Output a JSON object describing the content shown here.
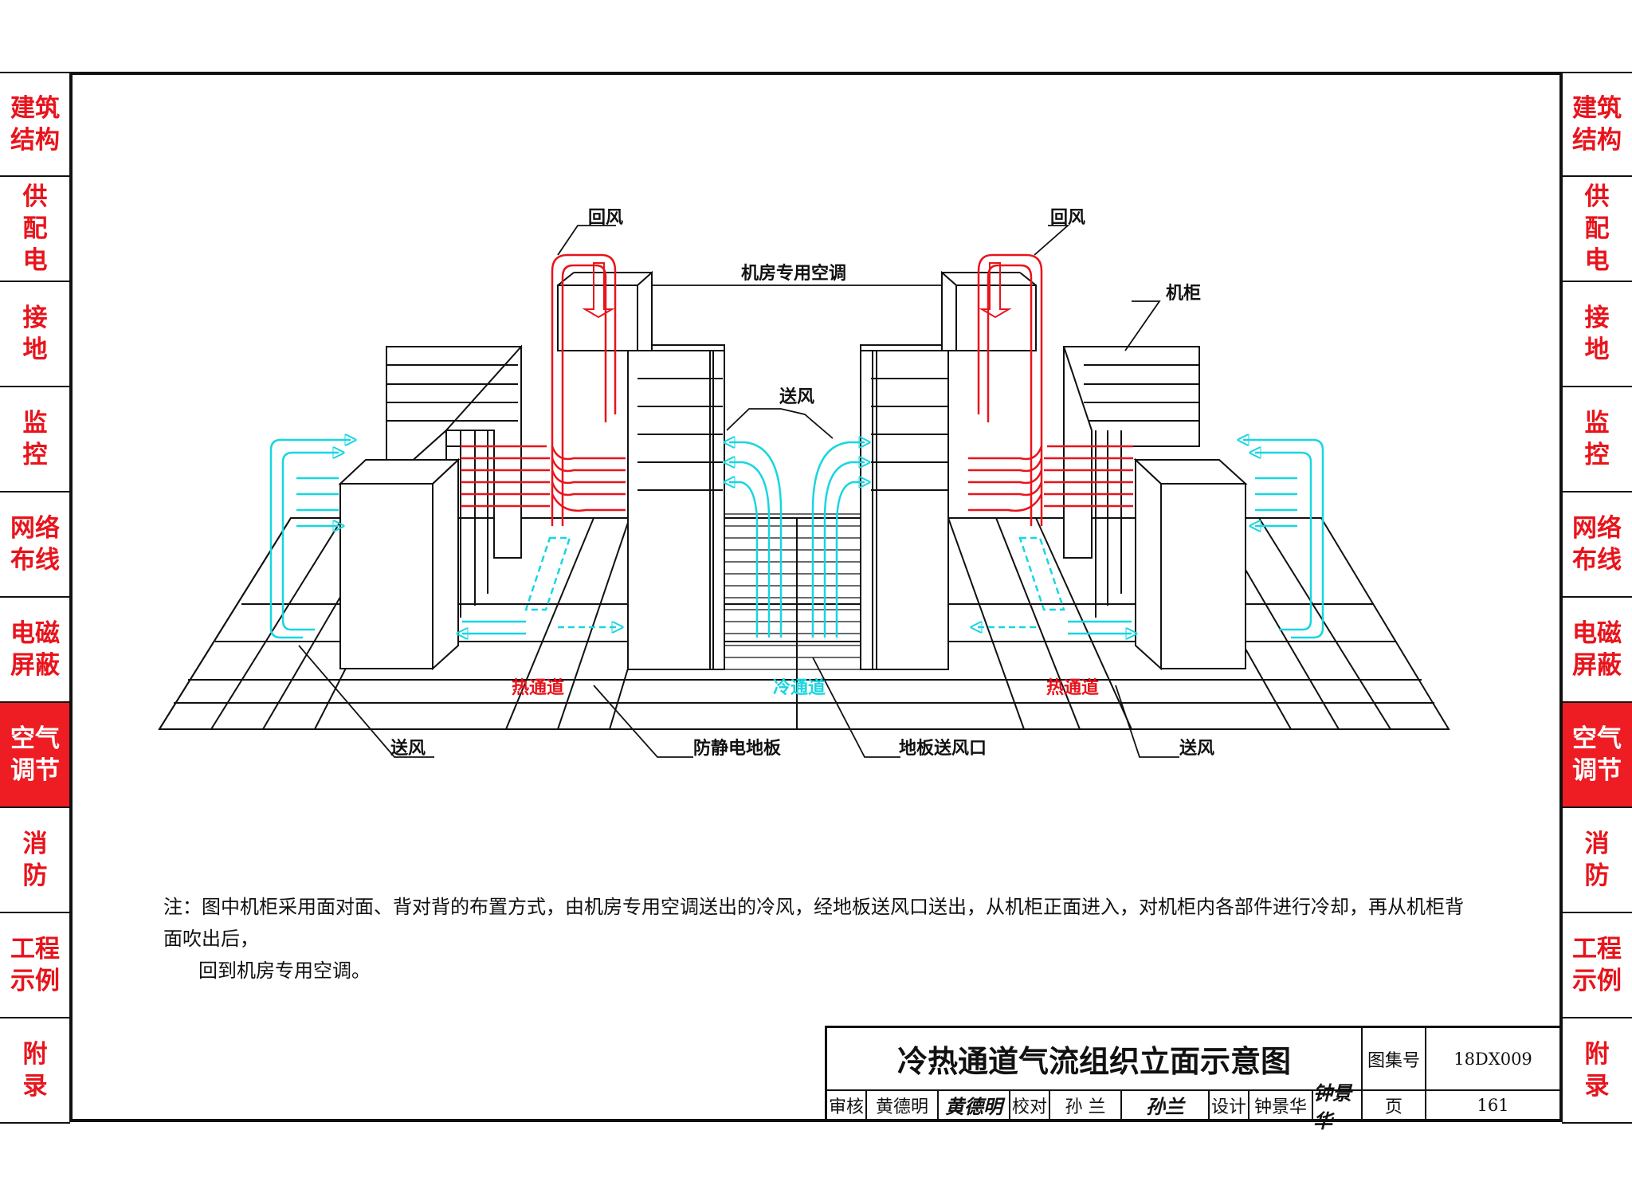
{
  "side_tabs": [
    "建筑\n结构",
    "供\n配\n电",
    "接\n地",
    "监\n控",
    "网络\n布线",
    "电磁\n屏蔽",
    "空气\n调节",
    "消\n防",
    "工程\n示例",
    "附\n录"
  ],
  "active_tab": "空气\n调节",
  "diagram": {
    "label_return_left": "回风",
    "label_return_right": "回风",
    "label_ac": "机房专用空调",
    "label_cabinet": "机柜",
    "label_supply_top": "送风",
    "label_hot_aisle_left": "热通道",
    "label_cold_aisle": "冷通道",
    "label_hot_aisle_right": "热通道",
    "label_supply_left": "送风",
    "label_floor": "防静电地板",
    "label_floor_vent": "地板送风口",
    "label_supply_right": "送风"
  },
  "colors": {
    "hot_air": "#e8141c",
    "cold_air": "#17d6e0",
    "line": "#111111",
    "tab_active": "#ee1c23"
  },
  "note": {
    "line1": "注：图中机柜采用面对面、背对背的布置方式，由机房专用空调送出的冷风，经地板送风口送出，从机柜正面进入，对机柜内各部件进行冷却，再从机柜背面吹出后，",
    "line2": "回到机房专用空调。"
  },
  "title_block": {
    "title": "冷热通道气流组织立面示意图",
    "atlas_no_label": "图集号",
    "atlas_no": "18DX009",
    "review_label": "审核",
    "reviewer": "黄德明",
    "reviewer_sig": "黄德明",
    "check_label": "校对",
    "checker": "孙 兰",
    "checker_sig": "孙兰",
    "design_label": "设计",
    "designer": "钟景华",
    "designer_sig": "钟景华",
    "page_label": "页",
    "page": "161"
  }
}
